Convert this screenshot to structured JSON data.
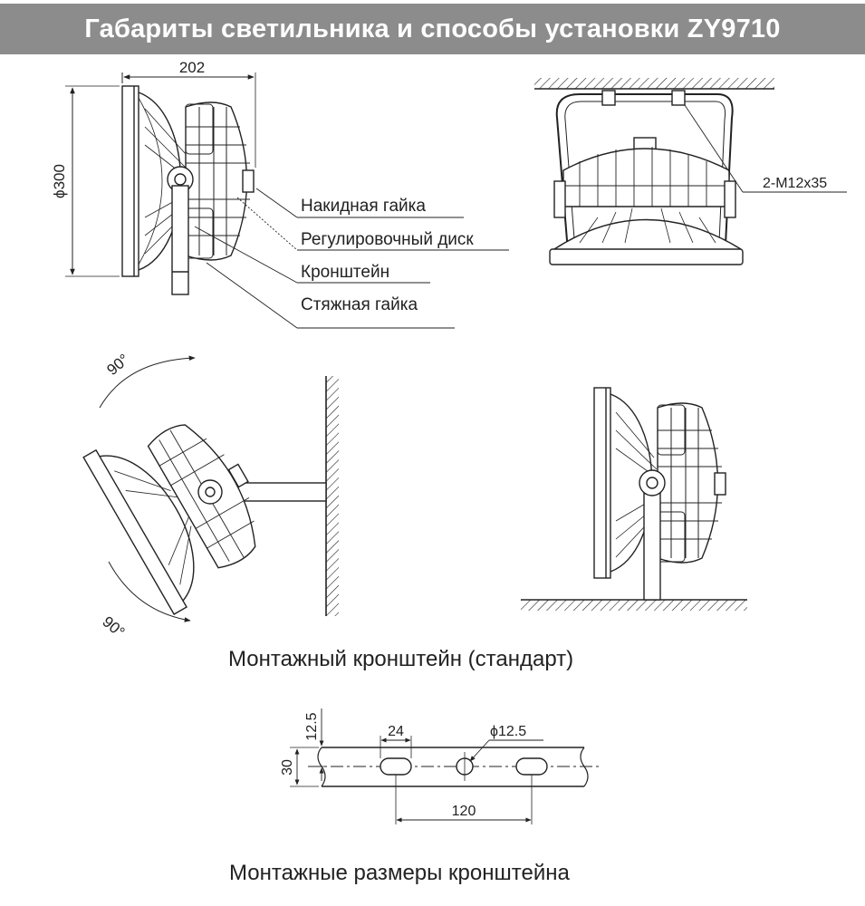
{
  "header": {
    "title": "Габариты светильника и способы установки ZY9710"
  },
  "dimensions": {
    "width_202": "202",
    "diameter_300": "ϕ300",
    "bolts": "2-M12x35",
    "slot_24": "24",
    "hole_d": "ϕ12.5",
    "height_30": "30",
    "offset_12_5": "12.5",
    "spacing_120": "120"
  },
  "angles": {
    "top": "90°",
    "bottom": "90°"
  },
  "callouts": [
    "Накидная гайка",
    "Регулировочный диск",
    "Кронштейн",
    "Стяжная гайка"
  ],
  "captions": {
    "bracket_standard": "Монтажный кронштейн (стандарт)",
    "bracket_dimensions": "Монтажные размеры кронштейна"
  }
}
